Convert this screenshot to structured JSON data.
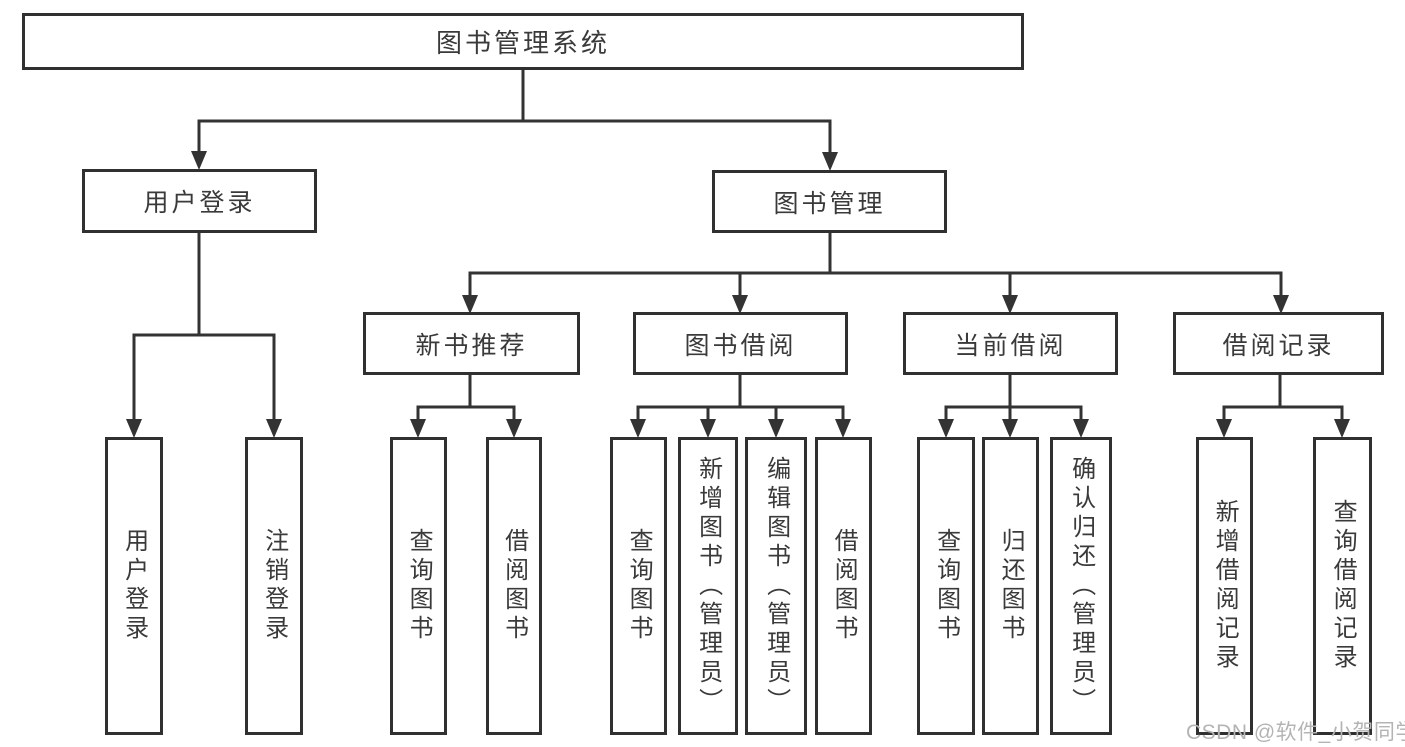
{
  "colors": {
    "background": "#ffffff",
    "line": "#333333",
    "box_border": "#303030",
    "text": "#3a3a3a",
    "watermark": "#b4b4b4"
  },
  "watermark": {
    "text": "CSDN @软件_小贺同学"
  },
  "tree": {
    "root": {
      "label": "图书管理系统"
    },
    "branches": [
      {
        "label": "用户登录",
        "children": [
          {
            "label": "用户登录"
          },
          {
            "label": "注销登录"
          }
        ]
      },
      {
        "label": "图书管理",
        "children": [
          {
            "label": "新书推荐",
            "children": [
              {
                "label": "查询图书"
              },
              {
                "label": "借阅图书"
              }
            ]
          },
          {
            "label": "图书借阅",
            "children": [
              {
                "label": "查询图书"
              },
              {
                "label": "新增图书（管理员）"
              },
              {
                "label": "编辑图书（管理员）"
              },
              {
                "label": "借阅图书"
              }
            ]
          },
          {
            "label": "当前借阅",
            "children": [
              {
                "label": "查询图书"
              },
              {
                "label": "归还图书"
              },
              {
                "label": "确认归还（管理员）"
              }
            ]
          },
          {
            "label": "借阅记录",
            "children": [
              {
                "label": "新增借阅记录"
              },
              {
                "label": "查询借阅记录"
              }
            ]
          }
        ]
      }
    ]
  }
}
